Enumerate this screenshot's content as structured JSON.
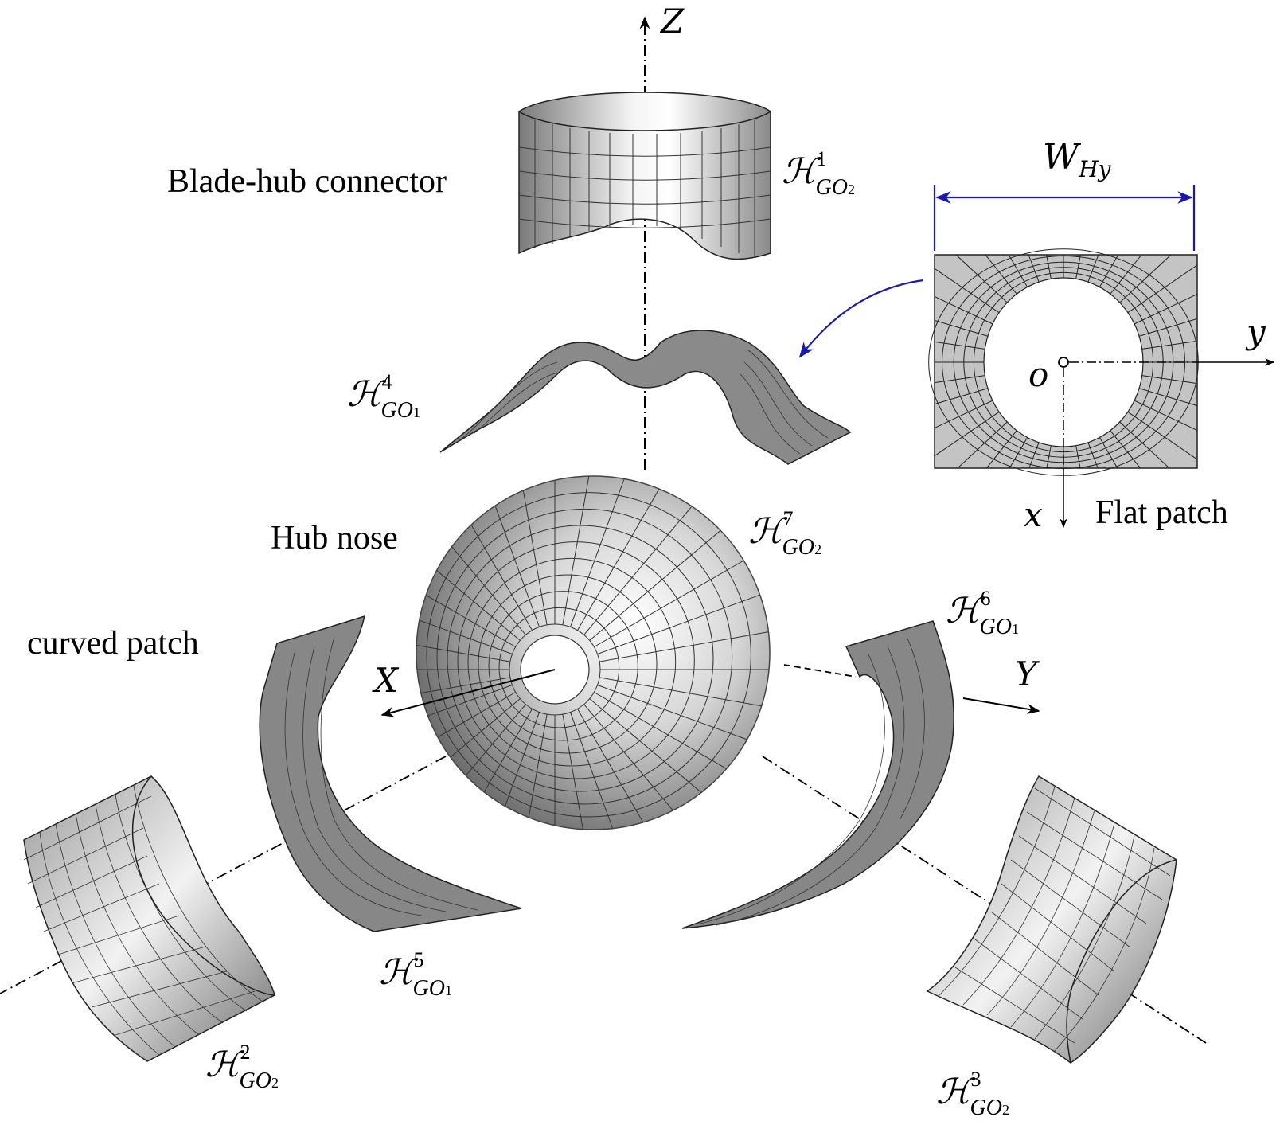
{
  "labels": {
    "blade_hub_connector": "Blade-hub connector",
    "hub_nose": "Hub nose",
    "curved_patch": "curved patch",
    "flat_patch": "Flat patch"
  },
  "axes": {
    "Z": "Z",
    "X": "X",
    "Y": "Y",
    "local_x": "x",
    "local_y": "y",
    "origin": "o"
  },
  "dimension": {
    "symbol": "W",
    "subscript": "Hy"
  },
  "patches": [
    {
      "id": "H1",
      "symbol": "ℋ",
      "superscript": "1",
      "sub_main": "GO",
      "sub_index": "2"
    },
    {
      "id": "H2",
      "symbol": "ℋ",
      "superscript": "2",
      "sub_main": "GO",
      "sub_index": "2"
    },
    {
      "id": "H3",
      "symbol": "ℋ",
      "superscript": "3",
      "sub_main": "GO",
      "sub_index": "2"
    },
    {
      "id": "H4",
      "symbol": "ℋ",
      "superscript": "4",
      "sub_main": "GO",
      "sub_index": "1"
    },
    {
      "id": "H5",
      "symbol": "ℋ",
      "superscript": "5",
      "sub_main": "GO",
      "sub_index": "1"
    },
    {
      "id": "H6",
      "symbol": "ℋ",
      "superscript": "6",
      "sub_main": "GO",
      "sub_index": "1"
    },
    {
      "id": "H7",
      "symbol": "ℋ",
      "superscript": "7",
      "sub_main": "GO",
      "sub_index": "2"
    }
  ],
  "colors": {
    "dimension_blue": "#1a1aa8",
    "patch_gray": "#c4c4c4",
    "mesh_line": "#222222"
  }
}
